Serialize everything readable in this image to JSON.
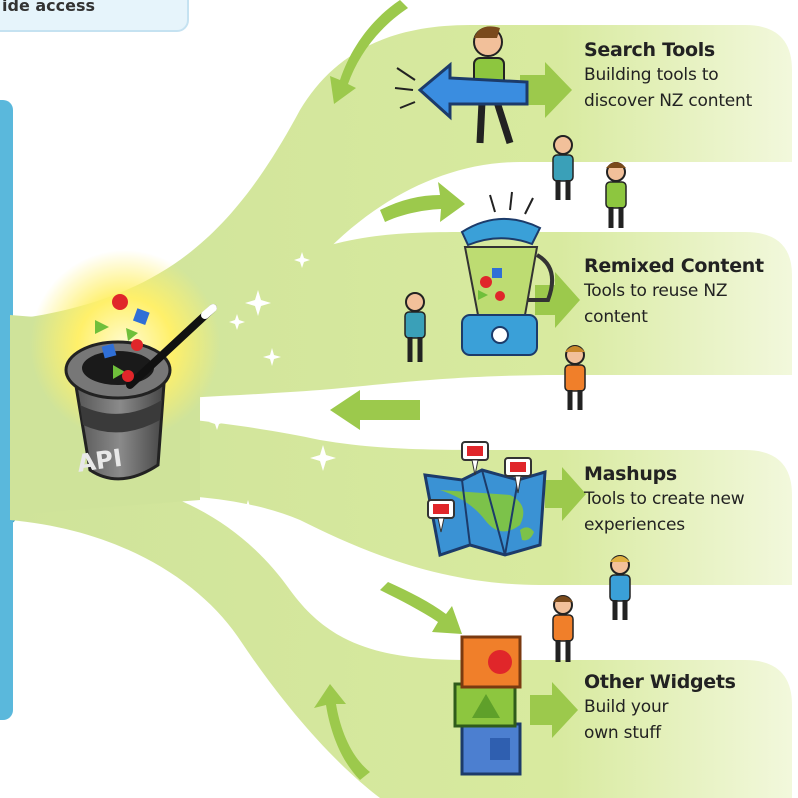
{
  "top_note": {
    "text": "ide access"
  },
  "hub": {
    "label": "API"
  },
  "bands": [
    {
      "title": "Search Tools",
      "description": "Building tools to discover NZ content"
    },
    {
      "title": "Remixed Content",
      "description": "Tools to reuse NZ content"
    },
    {
      "title": "Mashups",
      "description": "Tools to create new experiences"
    },
    {
      "title": "Other Widgets",
      "description": "Build your own stuff"
    }
  ],
  "colors": {
    "band_green": "#c8e08c",
    "band_green_light": "#e4f0bf",
    "arrow_green": "#9cc94c",
    "panel_blue": "#5ab8dc"
  }
}
